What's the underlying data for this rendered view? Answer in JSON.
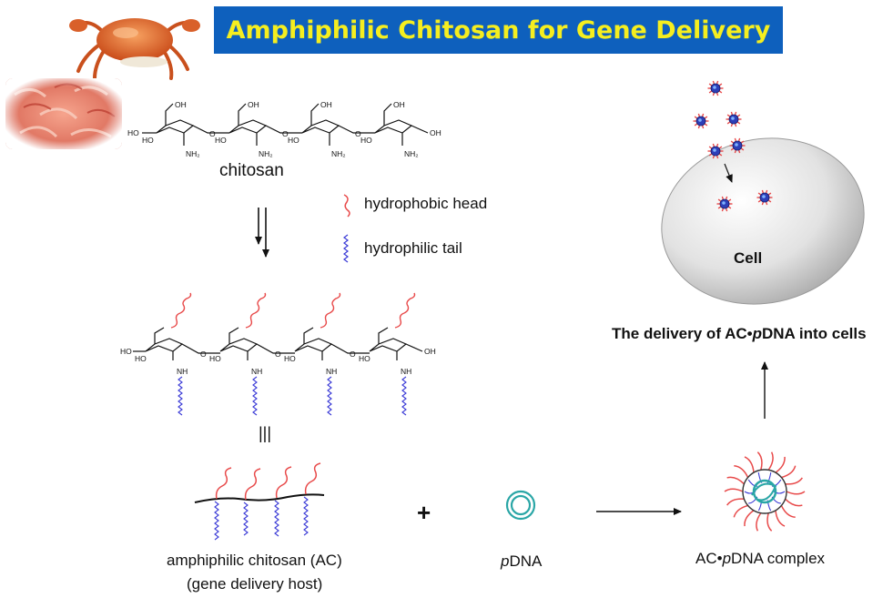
{
  "title": "Amphiphilic Chitosan for Gene Delivery",
  "labels": {
    "chitosan": "chitosan",
    "hydrophobic_head": "hydrophobic head",
    "hydrophilic_tail": "hydrophilic tail",
    "identical": "|||",
    "ac_name": "amphiphilic chitosan (AC)",
    "ac_role": "(gene delivery host)",
    "plus": "+",
    "pdna_italic": "p",
    "pdna_rest": "DNA",
    "complex_prefix": "AC•",
    "complex_italic": "p",
    "complex_rest": "DNA complex",
    "delivery_prefix": "The delivery of AC•",
    "delivery_italic": "p",
    "delivery_rest": "DNA into cells",
    "cell": "Cell"
  },
  "chem": {
    "oh": "OH",
    "ho": "HO",
    "o": "O",
    "nh2": "NH₂",
    "nh": "NH"
  },
  "colors": {
    "banner": "#0e60bd",
    "title_text": "#f5ee1f",
    "hydrophobic": "#e84a4a",
    "hydrophilic": "#3a3ad6",
    "pdna": "#2aa6a6",
    "cell": "#d8d8d8"
  }
}
